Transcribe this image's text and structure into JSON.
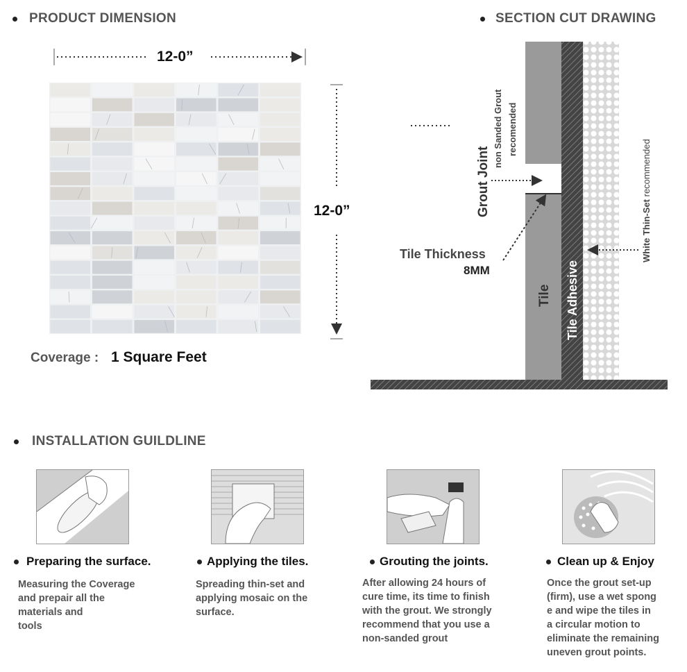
{
  "product_dimension": {
    "heading": "PRODUCT DIMENSION",
    "width_label": "12-0”",
    "height_label": "12-0”",
    "coverage_label": "Coverage :",
    "coverage_value": "1 Square Feet"
  },
  "section_cut": {
    "heading": "SECTION CUT DRAWING",
    "grout_joint": "Grout Joint",
    "grout_note_line1": "non Sanded Grout",
    "grout_note_line2": "recomended",
    "thinset_bold": "White Thin-Set",
    "thinset_rest": " recommended",
    "tile_thickness": "Tile Thickness",
    "thickness_value": "8MM",
    "tile": "Tile",
    "tile_adhesive": "Tile Adhesive"
  },
  "installation": {
    "heading": "INSTALLATION GUILDLINE",
    "steps": [
      {
        "title": "Preparing the surface.",
        "desc": "Measuring the Coverage\nand prepair all the\nmaterials and\ntools",
        "icon": "rolling-mat-icon"
      },
      {
        "title": "Applying the tiles.",
        "desc": "Spreading thin-set and\napplying mosaic on the\nsurface.",
        "icon": "trowel-icon"
      },
      {
        "title": "Grouting the joints.",
        "desc": "After allowing 24 hours of\ncure time, its time to finish\nwith the grout. We strongly\nrecommend that you use a\nnon-sanded grout",
        "icon": "grout-float-icon"
      },
      {
        "title": "Clean up & Enjoy",
        "desc": "Once the grout set-up\n(firm), use a wet spong\ne and wipe the tiles in\n a circular motion to\neliminate the remaining\nuneven grout points.",
        "icon": "sponge-icon"
      }
    ]
  }
}
